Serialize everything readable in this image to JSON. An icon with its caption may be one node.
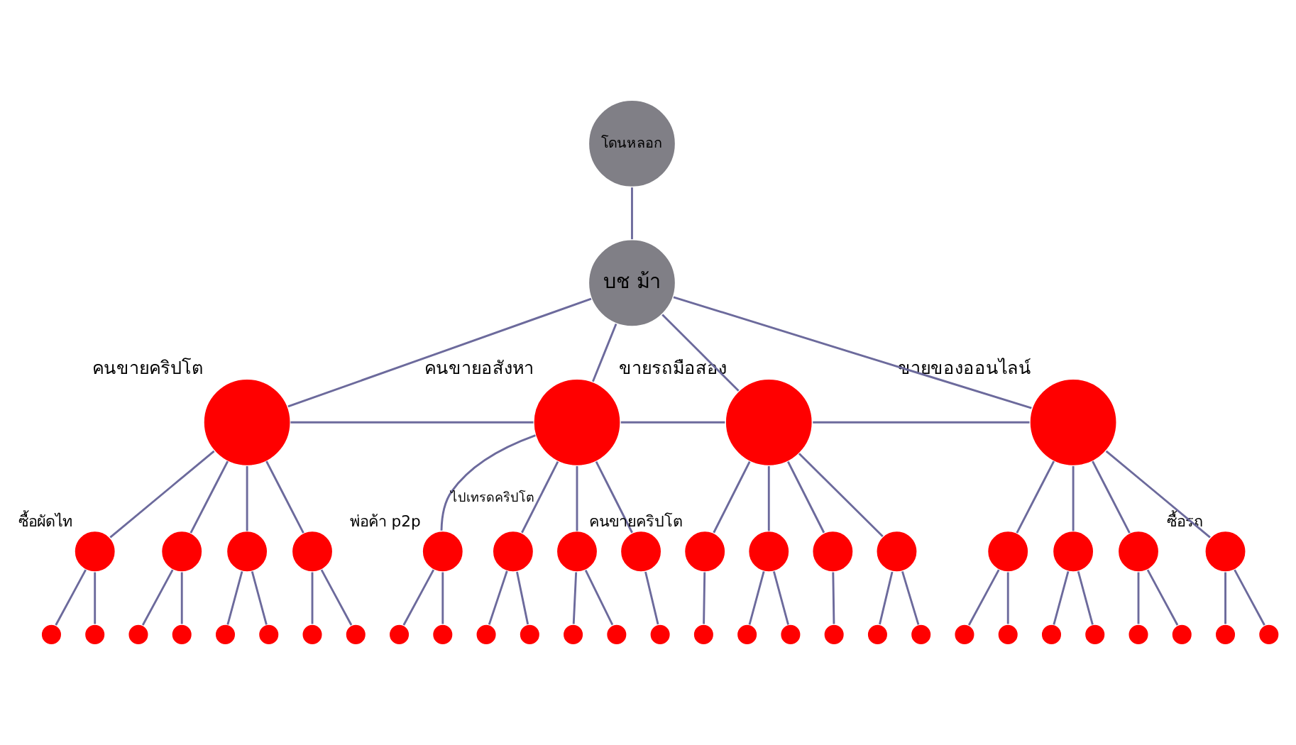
{
  "diagram": {
    "nodes": [
      {
        "text": [
          "โดนหลอก"
        ]
      },
      {
        "text": [
          "บช ม้า"
        ]
      },
      {
        "text": [],
        "shape": "circle",
        "beside": [
          "คนขายคริปโต"
        ]
      },
      {
        "text": [],
        "shape": "circle",
        "beside": [
          "คนขายอสังหา"
        ]
      },
      {
        "text": [],
        "shape": "circle",
        "beside": [
          "ขายรถมือสอง"
        ]
      },
      {
        "text": [],
        "shape": "circle",
        "beside": [
          "ขายของออนไลน์"
        ]
      },
      {
        "text": [],
        "shape": "circle",
        "beside": [
          "ซื้อผัดไท"
        ]
      },
      {
        "text": [],
        "shape": "circle"
      },
      {
        "text": [],
        "shape": "circle"
      },
      {
        "text": [],
        "shape": "circle"
      },
      {
        "text": [],
        "shape": "circle",
        "beside": [
          "พ่อค้า p2p"
        ]
      },
      {
        "text": [],
        "shape": "circle"
      },
      {
        "text": [],
        "shape": "circle"
      },
      {
        "text": [],
        "shape": "circle"
      },
      {
        "text": [],
        "shape": "circle",
        "beside": [
          "คนขายคริปโต"
        ]
      },
      {
        "text": [],
        "shape": "circle"
      },
      {
        "text": [],
        "shape": "circle"
      },
      {
        "text": [],
        "shape": "circle"
      },
      {
        "text": [],
        "shape": "circle"
      },
      {
        "text": [],
        "shape": "circle"
      },
      {
        "text": [],
        "shape": "circle"
      },
      {
        "text": [],
        "shape": "circle",
        "beside": [
          "ซื้อรถ"
        ]
      },
      {
        "text": [],
        "shape": "circle"
      },
      {
        "text": [],
        "shape": "circle"
      },
      {
        "text": [],
        "shape": "circle"
      },
      {
        "text": [],
        "shape": "circle"
      },
      {
        "text": [],
        "shape": "circle"
      },
      {
        "text": [],
        "shape": "circle"
      },
      {
        "text": [],
        "shape": "circle"
      },
      {
        "text": [],
        "shape": "circle"
      },
      {
        "text": [],
        "shape": "circle"
      },
      {
        "text": [],
        "shape": "circle"
      },
      {
        "text": [],
        "shape": "circle"
      },
      {
        "text": [],
        "shape": "circle"
      },
      {
        "text": [],
        "shape": "circle"
      },
      {
        "text": [],
        "shape": "circle"
      },
      {
        "text": [],
        "shape": "circle"
      },
      {
        "text": [],
        "shape": "circle"
      },
      {
        "text": [],
        "shape": "circle"
      },
      {
        "text": [],
        "shape": "circle"
      },
      {
        "text": [],
        "shape": "circle"
      },
      {
        "text": [],
        "shape": "circle"
      },
      {
        "text": [],
        "shape": "circle"
      },
      {
        "text": [],
        "shape": "circle"
      },
      {
        "text": [],
        "shape": "circle"
      },
      {
        "text": [],
        "shape": "circle"
      },
      {
        "text": [],
        "shape": "circle"
      },
      {
        "text": [],
        "shape": "circle"
      },
      {
        "text": [],
        "shape": "circle"
      },
      {
        "text": [],
        "shape": "circle"
      },
      {
        "text": [],
        "shape": "circle"
      }
    ],
    "edges": [
      {
        "from": 0,
        "to": 1,
        "arrow": "none"
      },
      {
        "from": 1,
        "to": 2,
        "arrow": "none"
      },
      {
        "from": 1,
        "to": 3,
        "arrow": "none"
      },
      {
        "from": 1,
        "to": 4,
        "arrow": "none"
      },
      {
        "from": 1,
        "to": 5,
        "arrow": "none"
      },
      {
        "from": 2,
        "to": 3,
        "arrow": "none"
      },
      {
        "from": 3,
        "to": 4,
        "arrow": "none"
      },
      {
        "from": 4,
        "to": 5,
        "arrow": "none"
      },
      {
        "from": 2,
        "to": 6,
        "arrow": "none"
      },
      {
        "from": 2,
        "to": 7,
        "arrow": "none"
      },
      {
        "from": 2,
        "to": 8,
        "arrow": "none"
      },
      {
        "from": 2,
        "to": 9,
        "arrow": "none"
      },
      {
        "from": 3,
        "to": 10,
        "arrow": "none",
        "label": "ไปเทรดคริปโต"
      },
      {
        "from": 3,
        "to": 11,
        "arrow": "none"
      },
      {
        "from": 3,
        "to": 12,
        "arrow": "none"
      },
      {
        "from": 3,
        "to": 13,
        "arrow": "none"
      },
      {
        "from": 4,
        "to": 14,
        "arrow": "none"
      },
      {
        "from": 4,
        "to": 15,
        "arrow": "none"
      },
      {
        "from": 4,
        "to": 16,
        "arrow": "none"
      },
      {
        "from": 4,
        "to": 17,
        "arrow": "none"
      },
      {
        "from": 5,
        "to": 18,
        "arrow": "none"
      },
      {
        "from": 5,
        "to": 19,
        "arrow": "none"
      },
      {
        "from": 5,
        "to": 20,
        "arrow": "none"
      },
      {
        "from": 5,
        "to": 21,
        "arrow": "none"
      },
      {
        "from": 6,
        "to": 22,
        "arrow": "none"
      },
      {
        "from": 6,
        "to": 23,
        "arrow": "none"
      },
      {
        "from": 7,
        "to": 24,
        "arrow": "none"
      },
      {
        "from": 7,
        "to": 25,
        "arrow": "none"
      },
      {
        "from": 8,
        "to": 26,
        "arrow": "none"
      },
      {
        "from": 8,
        "to": 27,
        "arrow": "none"
      },
      {
        "from": 9,
        "to": 28,
        "arrow": "none"
      },
      {
        "from": 9,
        "to": 29,
        "arrow": "none"
      },
      {
        "from": 10,
        "to": 30,
        "arrow": "none"
      },
      {
        "from": 10,
        "to": 31,
        "arrow": "none"
      },
      {
        "from": 11,
        "to": 32,
        "arrow": "none"
      },
      {
        "from": 11,
        "to": 33,
        "arrow": "none"
      },
      {
        "from": 12,
        "to": 34,
        "arrow": "none"
      },
      {
        "from": 12,
        "to": 35,
        "arrow": "none"
      },
      {
        "from": 13,
        "to": 36,
        "arrow": "none"
      },
      {
        "from": 14,
        "to": 37,
        "arrow": "none"
      },
      {
        "from": 15,
        "to": 38,
        "arrow": "none"
      },
      {
        "from": 15,
        "to": 39,
        "arrow": "none"
      },
      {
        "from": 16,
        "to": 40,
        "arrow": "none"
      },
      {
        "from": 17,
        "to": 41,
        "arrow": "none"
      },
      {
        "from": 17,
        "to": 42,
        "arrow": "none"
      },
      {
        "from": 18,
        "to": 43,
        "arrow": "none"
      },
      {
        "from": 18,
        "to": 44,
        "arrow": "none"
      },
      {
        "from": 19,
        "to": 45,
        "arrow": "none"
      },
      {
        "from": 19,
        "to": 46,
        "arrow": "none"
      },
      {
        "from": 20,
        "to": 47,
        "arrow": "none"
      },
      {
        "from": 20,
        "to": 48,
        "arrow": "none"
      },
      {
        "from": 21,
        "to": 49,
        "arrow": "none"
      },
      {
        "from": 21,
        "to": 50,
        "arrow": "none"
      }
    ]
  }
}
